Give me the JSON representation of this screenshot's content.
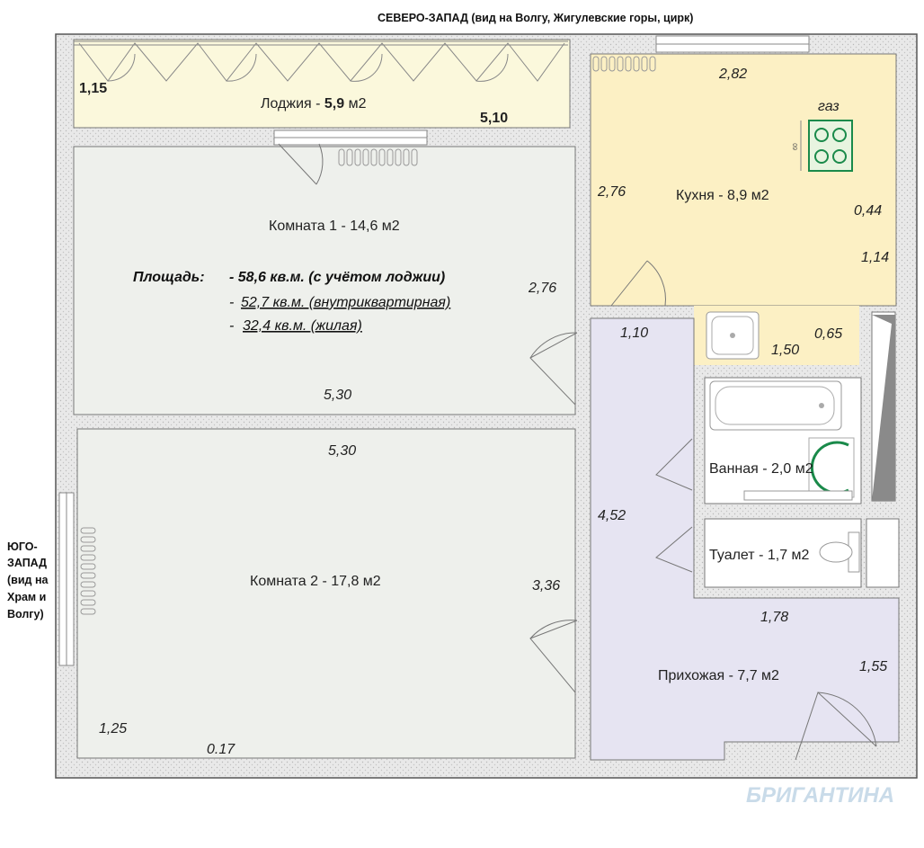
{
  "header": {
    "northwest": "СЕВЕРО-ЗАПАД (вид на Волгу, Жигулевские горы, цирк)"
  },
  "southwest": [
    "ЮГО-",
    "ЗАПАД",
    "(вид на",
    "Храм и",
    "Волгу)"
  ],
  "rooms": {
    "loggia": {
      "name": "Лоджия - ",
      "size": "5,9",
      "unit": " м2"
    },
    "room1": "Комната 1 - 14,6 м2",
    "room2": "Комната 2 - 17,8 м2",
    "kitchen": "Кухня - 8,9 м2",
    "bathroom": "Ванная - 2,0 м2",
    "toilet": "Туалет - 1,7 м2",
    "hallway": "Прихожая - 7,7 м2"
  },
  "area": {
    "label": "Площадь:",
    "total": "- 58,6 кв.м. (с учётом лоджии)",
    "inner_dash": "-",
    "inner": "52,7  кв.м. (внутриквартирная)",
    "living_dash": "-",
    "living": "32,4 кв.м. (жилая)"
  },
  "dimensions": {
    "loggia_depth": "1,15",
    "loggia_length": "5,10",
    "kitchen_top": "2,82",
    "kitchen_left": "2,76",
    "kitchen_right_a": "0,44",
    "kitchen_right_b": "1,14",
    "kitchen_bottom_a": "1,50",
    "kitchen_bottom_b": "0,65",
    "corridor_top": "1,10",
    "room1_right": "2,76",
    "room1_bottom": "5,30",
    "room2_top": "5,30",
    "room2_right": "3,36",
    "room2_bottom_left": "1,25",
    "room2_bottom_notch": "0.17",
    "corridor_left": "4,52",
    "hallway_top": "1,78",
    "hallway_right": "1,55"
  },
  "gas_label": "газ",
  "stove_width": "60",
  "brand": "БРИГАНТИНА"
}
